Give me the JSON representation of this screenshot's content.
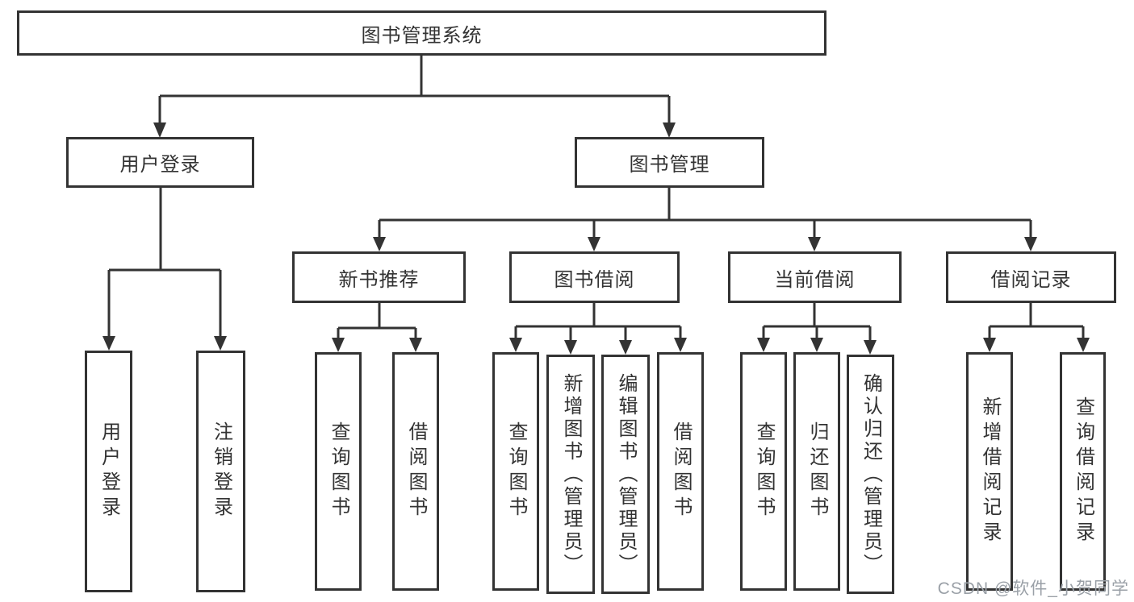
{
  "colors": {
    "line": "#333333",
    "text": "#333333",
    "watermark": "#9aa0a7",
    "background": "#ffffff"
  },
  "watermark": "CSDN @软件_小贺同学",
  "tree": {
    "root": {
      "label": "图书管理系统",
      "children": [
        {
          "label": "用户登录",
          "children": [
            {
              "label": "用户登录"
            },
            {
              "label": "注销登录"
            }
          ]
        },
        {
          "label": "图书管理",
          "children": [
            {
              "label": "新书推荐",
              "children": [
                {
                  "label": "查询图书"
                },
                {
                  "label": "借阅图书"
                }
              ]
            },
            {
              "label": "图书借阅",
              "children": [
                {
                  "label": "查询图书"
                },
                {
                  "label": "新增图书（管理员）"
                },
                {
                  "label": "编辑图书（管理员）"
                },
                {
                  "label": "借阅图书"
                }
              ]
            },
            {
              "label": "当前借阅",
              "children": [
                {
                  "label": "查询图书"
                },
                {
                  "label": "归还图书"
                },
                {
                  "label": "确认归还（管理员）"
                }
              ]
            },
            {
              "label": "借阅记录",
              "children": [
                {
                  "label": "新增借阅记录"
                },
                {
                  "label": "查询借阅记录"
                }
              ]
            }
          ]
        }
      ]
    }
  }
}
